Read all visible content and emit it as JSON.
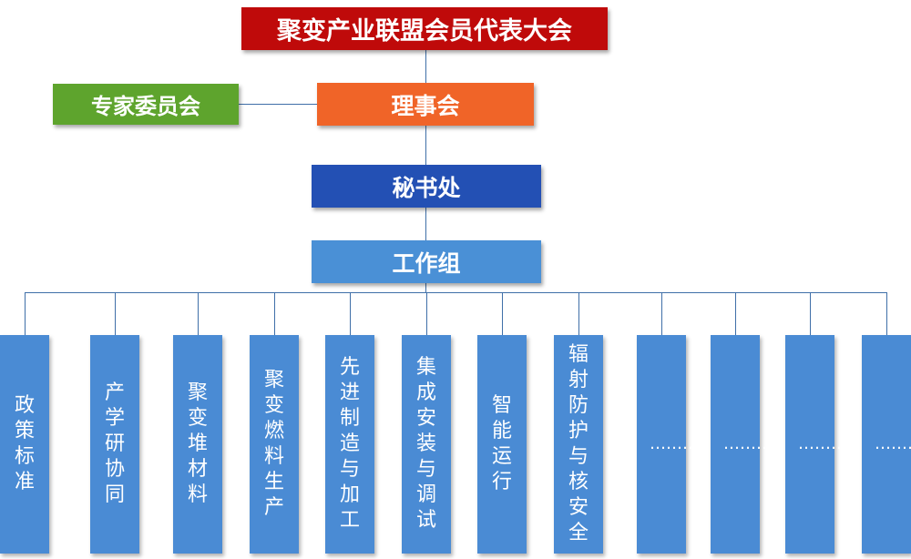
{
  "org": {
    "top": "聚变产业联盟会员代表大会",
    "expert": "专家委员会",
    "council": "理事会",
    "secretariat": "秘书处",
    "workgroup": "工作组"
  },
  "groups": [
    "政策标准",
    "产学研协同",
    "聚变堆材料",
    "聚变燃料生产",
    "先进制造与加工",
    "集成安装与调试",
    "智能运行",
    "辐射防护与核安全",
    "………",
    "………",
    "………",
    "………"
  ],
  "colors": {
    "top": "#bf0a0a",
    "expert": "#5ea42d",
    "council": "#f06428",
    "secretariat": "#2350b4",
    "workgroup": "#4a90d6",
    "columns": "#4a8bd4",
    "connector": "#3f6fa8"
  }
}
